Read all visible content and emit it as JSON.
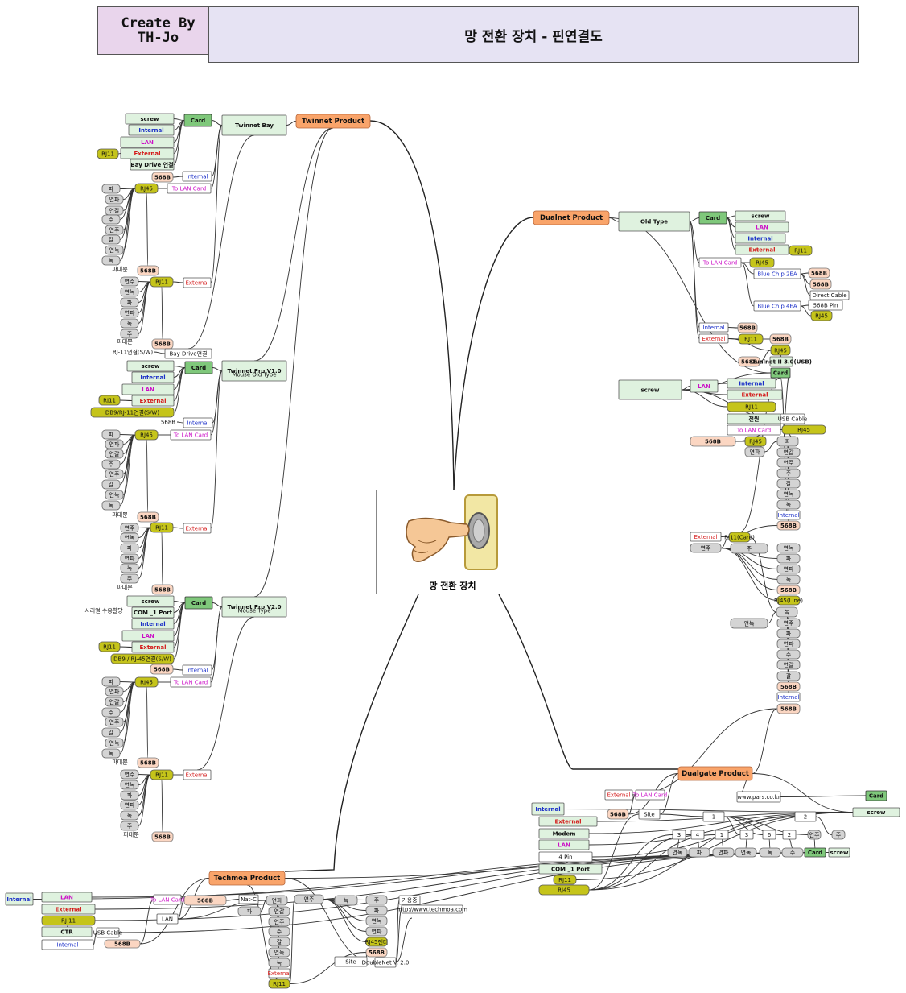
{
  "header": {
    "creator_line1": "Create By",
    "creator_line2": "TH-Jo",
    "title": "망 전환 장치 - 핀연결도"
  },
  "center": {
    "label": "망 전환 장치"
  },
  "colors": {
    "orange": "#f9a46a",
    "lightgreen": "#dff2df",
    "green": "#9fd59c",
    "midgreen": "#7fc87b",
    "olive": "#c5c41a",
    "peach": "#fbd6c2",
    "gray": "#d4d4d4",
    "white": "#ffffff",
    "blueText": "#1a2ec8",
    "redText": "#d41919",
    "magentaText": "#cc10c7",
    "line": "#333333"
  },
  "nodes": [
    {
      "label": "Twinnet Product",
      "k": "o"
    },
    {
      "label": "Dualnet Product",
      "k": "o"
    },
    {
      "label": "Dualgate Product",
      "k": "o"
    },
    {
      "label": "Techmoa Product",
      "k": "o"
    },
    {
      "label": "Twinnet Bay",
      "k": "lg"
    },
    {
      "label": "Card",
      "k": "g"
    },
    {
      "label": "screw",
      "k": "lg"
    },
    {
      "label": "Internal",
      "k": "lg",
      "c": "b"
    },
    {
      "label": "LAN",
      "k": "lg",
      "c": "m"
    },
    {
      "label": "External",
      "k": "lg",
      "c": "r"
    },
    {
      "label": "Bay Drive 연결",
      "k": "lg"
    },
    {
      "label": "RJ11",
      "k": "ol"
    },
    {
      "label": "568B",
      "k": "p"
    },
    {
      "label": "Internal",
      "k": "w",
      "c": "b"
    },
    {
      "label": "To LAN Card",
      "k": "w",
      "c": "m"
    },
    {
      "label": "RJ45",
      "k": "ol"
    },
    {
      "label": "파",
      "k": "gr"
    },
    {
      "label": "연파",
      "k": "gr"
    },
    {
      "label": "연갈",
      "k": "gr"
    },
    {
      "label": "주",
      "k": "gr"
    },
    {
      "label": "연주",
      "k": "gr"
    },
    {
      "label": "갈",
      "k": "gr"
    },
    {
      "label": "연녹",
      "k": "gr"
    },
    {
      "label": "녹",
      "k": "gr"
    },
    {
      "label": "파대뿐",
      "k": "t"
    },
    {
      "label": "568B",
      "k": "p"
    },
    {
      "label": "RJ11",
      "k": "ol"
    },
    {
      "label": "External",
      "k": "w",
      "c": "r"
    },
    {
      "label": "연주",
      "k": "gr"
    },
    {
      "label": "연녹",
      "k": "gr"
    },
    {
      "label": "파",
      "k": "gr"
    },
    {
      "label": "연파",
      "k": "gr"
    },
    {
      "label": "녹",
      "k": "gr"
    },
    {
      "label": "주",
      "k": "gr"
    },
    {
      "label": "파대뿐",
      "k": "t"
    },
    {
      "label": "568B",
      "k": "p"
    },
    {
      "label": "RJ-11연결(S/W)",
      "k": "t"
    },
    {
      "label": "Bay Drive연결",
      "k": "w"
    },
    {
      "label": "Twinnet Pro V1.0",
      "k": "lg"
    },
    {
      "label": "Mouse Old Type",
      "k": "t"
    },
    {
      "label": "Card",
      "k": "g"
    },
    {
      "label": "screw",
      "k": "lg"
    },
    {
      "label": "Internal",
      "k": "lg",
      "c": "b"
    },
    {
      "label": "LAN",
      "k": "lg",
      "c": "m"
    },
    {
      "label": "External",
      "k": "lg",
      "c": "r"
    },
    {
      "label": "DB9/RJ-11연결(S/W)",
      "k": "ol"
    },
    {
      "label": "RJ11",
      "k": "ol"
    },
    {
      "label": "568B",
      "k": "t"
    },
    {
      "label": "Internal",
      "k": "w",
      "c": "b"
    },
    {
      "label": "To LAN Card",
      "k": "w",
      "c": "m"
    },
    {
      "label": "RJ45",
      "k": "ol"
    },
    {
      "label": "파",
      "k": "gr"
    },
    {
      "label": "연파",
      "k": "gr"
    },
    {
      "label": "연갈",
      "k": "gr"
    },
    {
      "label": "주",
      "k": "gr"
    },
    {
      "label": "연주",
      "k": "gr"
    },
    {
      "label": "갈",
      "k": "gr"
    },
    {
      "label": "연녹",
      "k": "gr"
    },
    {
      "label": "녹",
      "k": "gr"
    },
    {
      "label": "파대뿐",
      "k": "t"
    },
    {
      "label": "568B",
      "k": "p"
    },
    {
      "label": "RJ11",
      "k": "ol"
    },
    {
      "label": "External",
      "k": "w",
      "c": "r"
    },
    {
      "label": "연주",
      "k": "gr"
    },
    {
      "label": "연녹",
      "k": "gr"
    },
    {
      "label": "파",
      "k": "gr"
    },
    {
      "label": "연파",
      "k": "gr"
    },
    {
      "label": "녹",
      "k": "gr"
    },
    {
      "label": "주",
      "k": "gr"
    },
    {
      "label": "파대뿐",
      "k": "t"
    },
    {
      "label": "568B",
      "k": "p"
    },
    {
      "label": "Twinnet Pro V2.0",
      "k": "lg"
    },
    {
      "label": "'Mouse Type'",
      "k": "t"
    },
    {
      "label": "Card",
      "k": "g"
    },
    {
      "label": "screw",
      "k": "lg"
    },
    {
      "label": "COM _1 Port",
      "k": "lg"
    },
    {
      "label": "시리얼 수용할당",
      "k": "t"
    },
    {
      "label": "Internal",
      "k": "lg",
      "c": "b"
    },
    {
      "label": "LAN",
      "k": "lg",
      "c": "m"
    },
    {
      "label": "External",
      "k": "lg",
      "c": "r"
    },
    {
      "label": "DB9 / RJ-45연결(S/W)",
      "k": "ol"
    },
    {
      "label": "RJ11",
      "k": "ol"
    },
    {
      "label": "568B",
      "k": "p"
    },
    {
      "label": "Internal",
      "k": "w",
      "c": "b"
    },
    {
      "label": "To LAN Card",
      "k": "w",
      "c": "m"
    },
    {
      "label": "RJ45",
      "k": "ol"
    },
    {
      "label": "파",
      "k": "gr"
    },
    {
      "label": "연파",
      "k": "gr"
    },
    {
      "label": "연갈",
      "k": "gr"
    },
    {
      "label": "주",
      "k": "gr"
    },
    {
      "label": "연주",
      "k": "gr"
    },
    {
      "label": "갈",
      "k": "gr"
    },
    {
      "label": "연녹",
      "k": "gr"
    },
    {
      "label": "녹",
      "k": "gr"
    },
    {
      "label": "파대뿐",
      "k": "t"
    },
    {
      "label": "568B",
      "k": "p"
    },
    {
      "label": "RJ11",
      "k": "ol"
    },
    {
      "label": "External",
      "k": "w",
      "c": "r"
    },
    {
      "label": "연주",
      "k": "gr"
    },
    {
      "label": "연녹",
      "k": "gr"
    },
    {
      "label": "파",
      "k": "gr"
    },
    {
      "label": "연파",
      "k": "gr"
    },
    {
      "label": "녹",
      "k": "gr"
    },
    {
      "label": "주",
      "k": "gr"
    },
    {
      "label": "파대뿐",
      "k": "t"
    },
    {
      "label": "568B",
      "k": "p"
    },
    {
      "label": "Old Type",
      "k": "lg"
    },
    {
      "label": "Card",
      "k": "g"
    },
    {
      "label": "screw",
      "k": "lg"
    },
    {
      "label": "LAN",
      "k": "lg",
      "c": "m"
    },
    {
      "label": "Internal",
      "k": "lg",
      "c": "b"
    },
    {
      "label": "External",
      "k": "lg",
      "c": "r"
    },
    {
      "label": "RJ11",
      "k": "ol"
    },
    {
      "label": "To LAN Card",
      "k": "w",
      "c": "m"
    },
    {
      "label": "RJ45",
      "k": "ol"
    },
    {
      "label": "Blue Chip 2EA",
      "k": "w",
      "c": "b"
    },
    {
      "label": "568B",
      "k": "p"
    },
    {
      "label": "568B",
      "k": "p"
    },
    {
      "label": "Direct Cable",
      "k": "w"
    },
    {
      "label": "Blue Chip 4EA",
      "k": "w",
      "c": "b"
    },
    {
      "label": "568B Pin",
      "k": "w"
    },
    {
      "label": "RJ45",
      "k": "ol"
    },
    {
      "label": "Internal",
      "k": "w",
      "c": "b"
    },
    {
      "label": "568B",
      "k": "p"
    },
    {
      "label": "External",
      "k": "w",
      "c": "r"
    },
    {
      "label": "RJ11",
      "k": "ol"
    },
    {
      "label": "568B",
      "k": "p"
    },
    {
      "label": "RJ45",
      "k": "ol"
    },
    {
      "label": "568B",
      "k": "p"
    },
    {
      "label": "Dualnet II 3.0(USB)",
      "k": "lg"
    },
    {
      "label": "Card",
      "k": "g"
    },
    {
      "label": "screw",
      "k": "lg"
    },
    {
      "label": "LAN",
      "k": "lg",
      "c": "m"
    },
    {
      "label": "Internal",
      "k": "lg",
      "c": "b"
    },
    {
      "label": "External",
      "k": "lg",
      "c": "r"
    },
    {
      "label": "RJ11",
      "k": "ol"
    },
    {
      "label": "전원",
      "k": "lg"
    },
    {
      "label": "USB Cable",
      "k": "w"
    },
    {
      "label": "To LAN Card",
      "k": "w",
      "c": "m"
    },
    {
      "label": "RJ45",
      "k": "ol"
    },
    {
      "label": "568B",
      "k": "p"
    },
    {
      "label": "RJ45",
      "k": "ol"
    },
    {
      "label": "파",
      "k": "gr"
    },
    {
      "label": "연파",
      "k": "gr"
    },
    {
      "label": "연갈",
      "k": "gr"
    },
    {
      "label": "연주",
      "k": "gr"
    },
    {
      "label": "주",
      "k": "gr"
    },
    {
      "label": "갈",
      "k": "gr"
    },
    {
      "label": "연녹",
      "k": "gr"
    },
    {
      "label": "녹",
      "k": "gr"
    },
    {
      "label": "Internal",
      "k": "w",
      "c": "b"
    },
    {
      "label": "568B",
      "k": "p"
    },
    {
      "label": "External",
      "k": "w",
      "c": "r"
    },
    {
      "label": "RJ11(Card)",
      "k": "ol"
    },
    {
      "label": "연주",
      "k": "gr"
    },
    {
      "label": "주",
      "k": "gr"
    },
    {
      "label": "연녹",
      "k": "gr"
    },
    {
      "label": "파",
      "k": "gr"
    },
    {
      "label": "연파",
      "k": "gr"
    },
    {
      "label": "녹",
      "k": "gr"
    },
    {
      "label": "568B",
      "k": "p"
    },
    {
      "label": "RJ45(Line)",
      "k": "ol"
    },
    {
      "label": "녹",
      "k": "gr"
    },
    {
      "label": "연녹",
      "k": "gr"
    },
    {
      "label": "연주",
      "k": "gr"
    },
    {
      "label": "파",
      "k": "gr"
    },
    {
      "label": "연파",
      "k": "gr"
    },
    {
      "label": "주",
      "k": "gr"
    },
    {
      "label": "연갈",
      "k": "gr"
    },
    {
      "label": "갈",
      "k": "gr"
    },
    {
      "label": "568B",
      "k": "p"
    },
    {
      "label": "Internal",
      "k": "w",
      "c": "b"
    },
    {
      "label": "568B",
      "k": "p"
    },
    {
      "label": "External",
      "k": "w",
      "c": "r"
    },
    {
      "label": "568B",
      "k": "p"
    },
    {
      "label": "To LAN Card",
      "k": "w",
      "c": "m"
    },
    {
      "label": "Site",
      "k": "w"
    },
    {
      "label": "www.pars.co.kr",
      "k": "w"
    },
    {
      "label": "Card",
      "k": "g"
    },
    {
      "label": "screw",
      "k": "lg"
    },
    {
      "label": "Internal",
      "k": "lg",
      "c": "b"
    },
    {
      "label": "External",
      "k": "lg",
      "c": "r"
    },
    {
      "label": "Modem",
      "k": "lg"
    },
    {
      "label": "LAN",
      "k": "lg",
      "c": "m"
    },
    {
      "label": "4 Pin",
      "k": "w"
    },
    {
      "label": "COM _1 Port",
      "k": "lg"
    },
    {
      "label": "RJ11",
      "k": "ol"
    },
    {
      "label": "RJ45",
      "k": "ol"
    },
    {
      "label": "1",
      "k": "w"
    },
    {
      "label": "2",
      "k": "w"
    },
    {
      "label": "3",
      "k": "w"
    },
    {
      "label": "4",
      "k": "w"
    },
    {
      "label": "1",
      "k": "w"
    },
    {
      "label": "3",
      "k": "w"
    },
    {
      "label": "6",
      "k": "w"
    },
    {
      "label": "2",
      "k": "w"
    },
    {
      "label": "연주",
      "k": "gr"
    },
    {
      "label": "주",
      "k": "gr"
    },
    {
      "label": "연녹",
      "k": "gr"
    },
    {
      "label": "파",
      "k": "gr"
    },
    {
      "label": "연파",
      "k": "gr"
    },
    {
      "label": "연녹",
      "k": "gr"
    },
    {
      "label": "녹",
      "k": "gr"
    },
    {
      "label": "주",
      "k": "gr"
    },
    {
      "label": "Card",
      "k": "g"
    },
    {
      "label": "screw",
      "k": "lg"
    },
    {
      "label": "Internal",
      "k": "lg",
      "c": "b"
    },
    {
      "label": "LAN",
      "k": "lg",
      "c": "m"
    },
    {
      "label": "External",
      "k": "lg",
      "c": "r"
    },
    {
      "label": "RJ 11",
      "k": "ol"
    },
    {
      "label": "CTR",
      "k": "lg"
    },
    {
      "label": "USB Cable",
      "k": "w"
    },
    {
      "label": "Internal",
      "k": "w",
      "c": "b"
    },
    {
      "label": "568B",
      "k": "p"
    },
    {
      "label": "To LAN Card",
      "k": "w",
      "c": "m"
    },
    {
      "label": "LAN",
      "k": "w"
    },
    {
      "label": "568B",
      "k": "p"
    },
    {
      "label": "Nat-C",
      "k": "w"
    },
    {
      "label": "연파",
      "k": "gr"
    },
    {
      "label": "파",
      "k": "gr"
    },
    {
      "label": "연갈",
      "k": "gr"
    },
    {
      "label": "연주",
      "k": "gr"
    },
    {
      "label": "주",
      "k": "gr"
    },
    {
      "label": "갈",
      "k": "gr"
    },
    {
      "label": "연녹",
      "k": "gr"
    },
    {
      "label": "녹",
      "k": "gr"
    },
    {
      "label": "External",
      "k": "w",
      "c": "r"
    },
    {
      "label": "RJ11",
      "k": "ol"
    },
    {
      "label": "연주",
      "k": "gr"
    },
    {
      "label": "녹",
      "k": "gr"
    },
    {
      "label": "주",
      "k": "gr"
    },
    {
      "label": "파",
      "k": "gr"
    },
    {
      "label": "연녹",
      "k": "gr"
    },
    {
      "label": "연파",
      "k": "gr"
    },
    {
      "label": "RJ45젠더",
      "k": "ol"
    },
    {
      "label": "568B",
      "k": "p"
    },
    {
      "label": "Site",
      "k": "w"
    },
    {
      "label": "DoubleNet V. 2.0",
      "k": "w"
    },
    {
      "label": "가용중",
      "k": "w"
    },
    {
      "label": "http://www.techmoa.com",
      "k": "w"
    }
  ]
}
